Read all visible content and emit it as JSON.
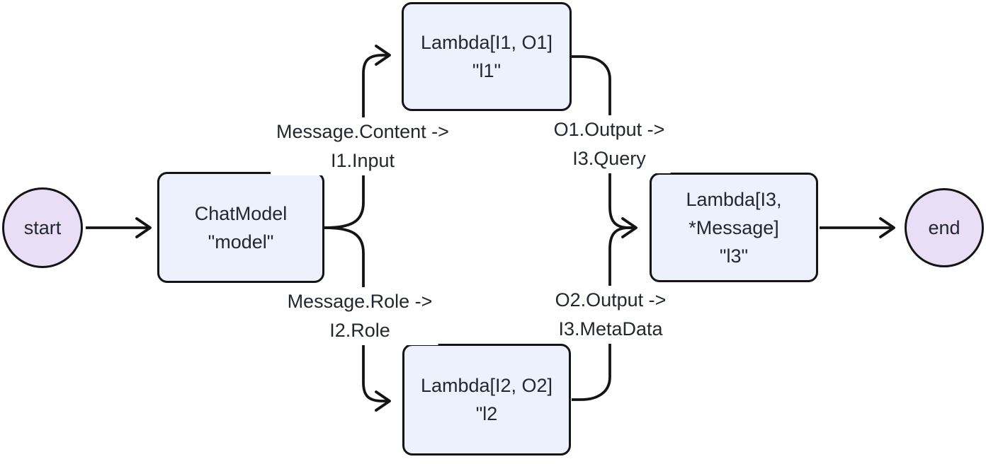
{
  "diagram": {
    "type": "flowchart",
    "direction": "left-to-right",
    "colors": {
      "background": "#FFFFFF",
      "rect_node_fill": "#ECF1FB",
      "terminal_node_fill": "#E9DEF6",
      "stroke": "#141414",
      "text": "#23272E"
    },
    "nodes": {
      "start": {
        "shape": "circle",
        "label": "start"
      },
      "model": {
        "shape": "rect",
        "label": "ChatModel\n\"model\""
      },
      "l1": {
        "shape": "rect",
        "label": "Lambda[I1, O1]\n\"l1\""
      },
      "l2": {
        "shape": "rect",
        "label": "Lambda[I2, O2]\n\"l2"
      },
      "l3": {
        "shape": "rect",
        "label": "Lambda[I3,\n*Message]\n\"l3\""
      },
      "end": {
        "shape": "circle",
        "label": "end"
      }
    },
    "edges": [
      {
        "from": "start",
        "to": "model",
        "label": ""
      },
      {
        "from": "model",
        "to": "l1",
        "label": "Message.Content ->\nI1.Input"
      },
      {
        "from": "model",
        "to": "l2",
        "label": "Message.Role ->\nI2.Role"
      },
      {
        "from": "l1",
        "to": "l3",
        "label": "O1.Output ->\nI3.Query"
      },
      {
        "from": "l2",
        "to": "l3",
        "label": "O2.Output ->\nI3.MetaData"
      },
      {
        "from": "l3",
        "to": "end",
        "label": ""
      }
    ]
  }
}
